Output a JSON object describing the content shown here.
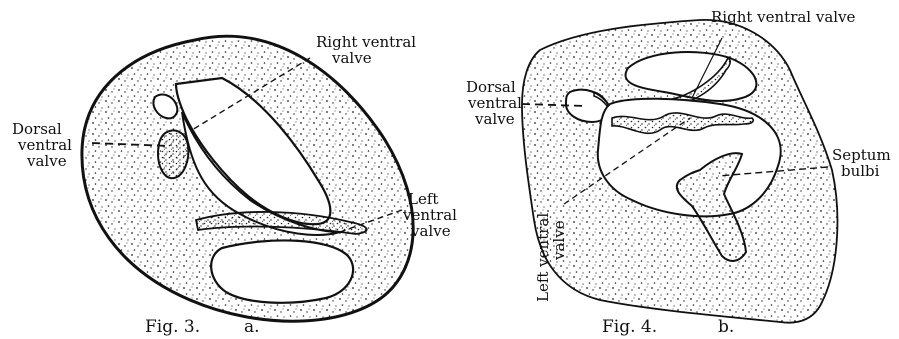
{
  "figure_a": {
    "caption_fig": "Fig. 3.",
    "caption_letter": "a.",
    "label_right_ventral": [
      "Right ventral",
      "valve"
    ],
    "label_dorsal_ventral": [
      "Dorsal",
      "ventral",
      "valve"
    ],
    "label_left_ventral": [
      "Left",
      "ventral",
      "valve"
    ]
  },
  "figure_b": {
    "caption_fig": "Fig. 4.",
    "caption_letter": "b.",
    "label_right_ventral": "Right ventral valve",
    "label_dorsal_ventral": [
      "Dorsal",
      "ventral",
      "valve"
    ],
    "label_septum": [
      "Septum",
      "bulbi"
    ],
    "label_left_ventral": [
      "Left ventral",
      "valve"
    ]
  }
}
